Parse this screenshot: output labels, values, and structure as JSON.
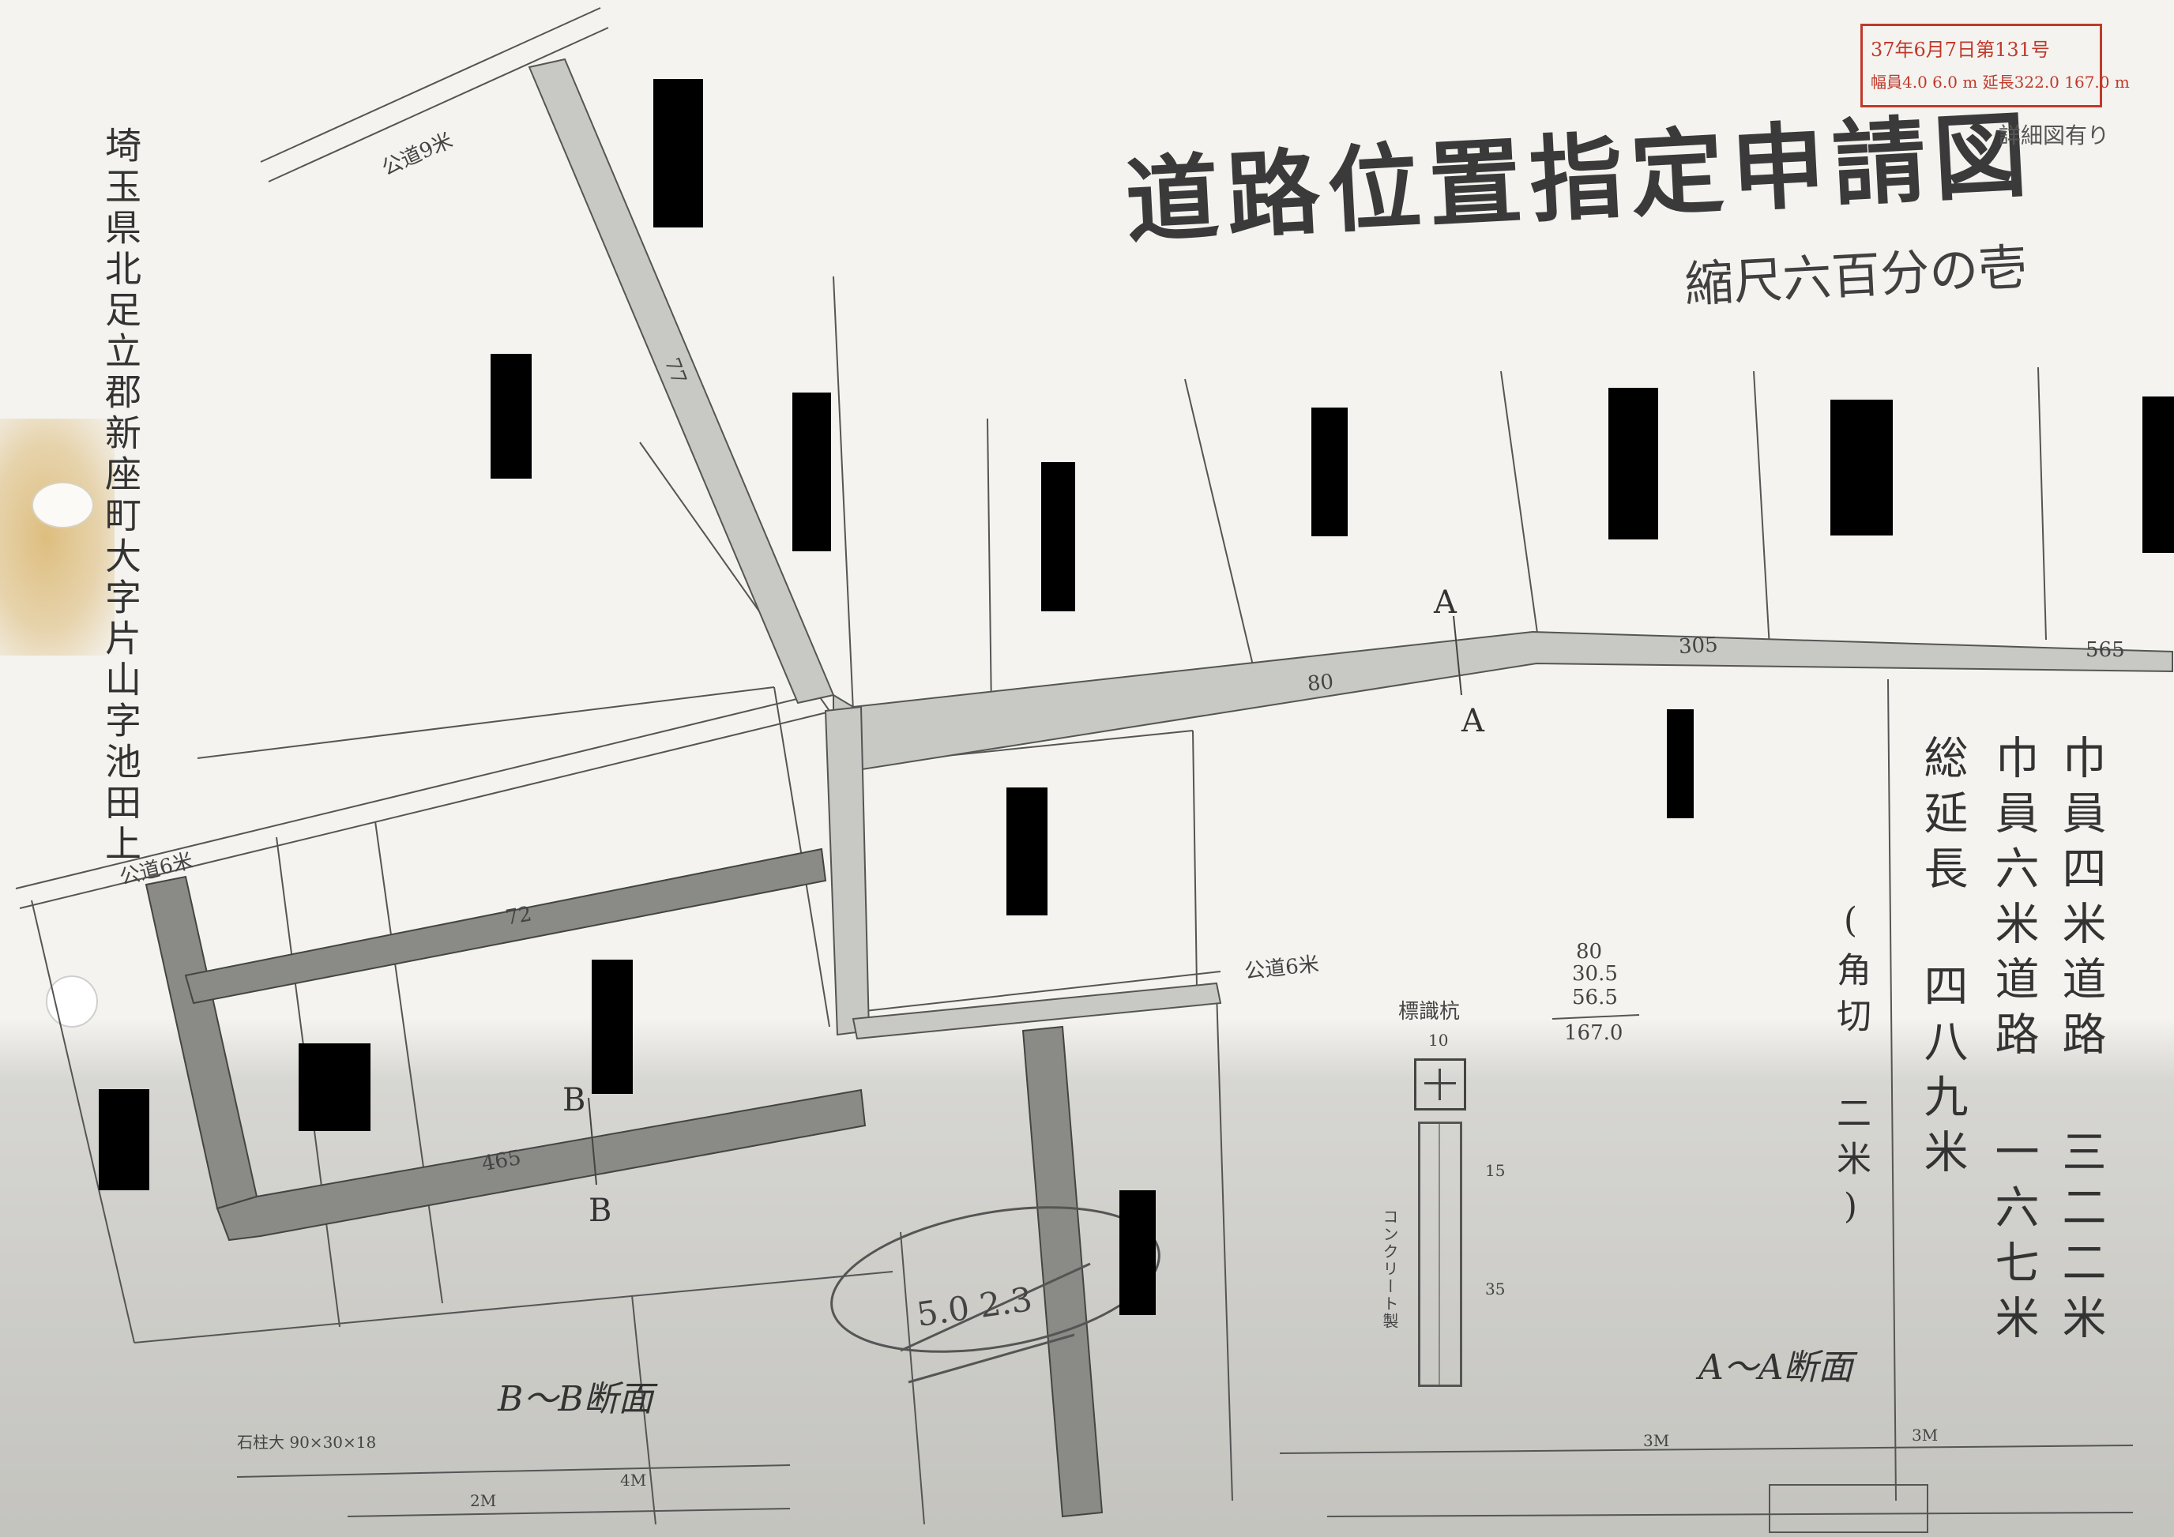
{
  "title": "道路位置指定申請図",
  "scale": "縮尺六百分の壱",
  "note_top_right": "詳細図有り",
  "stamp": {
    "line1": "37年6月7日第131号",
    "line2": "幅員4.0 6.0 m 延長322.0 167.0 m"
  },
  "address": "埼玉県北足立郡新座町大字片山字池田上",
  "summary": {
    "width4": "巾員四米道路 三二二米",
    "width6": "巾員六米道路 一六七米",
    "total": "総延長 四八九米",
    "corner": "(角切 二米)"
  },
  "roads": {
    "public_9": "公道9米",
    "public_6a": "公道6米",
    "public_6b": "公道6米"
  },
  "lengths": {
    "l77": "77",
    "l80": "80",
    "l305": "305",
    "l565": "565",
    "l72": "72",
    "l465": "465"
  },
  "calc": {
    "a": "80",
    "b": "30.5",
    "c": "56.5",
    "sum": "167.0"
  },
  "sections": {
    "aa": "A～A断面",
    "bb": "B～B断面",
    "a_top": "A",
    "a_bottom": "A",
    "b_top": "B",
    "b_bottom": "B"
  },
  "marker": {
    "label": "標識杭",
    "concrete": "コンクリート製",
    "size": "石柱大 90×30×18",
    "dims": [
      "2M",
      "4M",
      "3M",
      "3M"
    ],
    "v1": "15",
    "v2": "35",
    "w": "10"
  },
  "scribble": "5.0 2.3",
  "colors": {
    "stamp": "#c0392b",
    "ink": "#333333",
    "road": "#b8b8b4"
  }
}
